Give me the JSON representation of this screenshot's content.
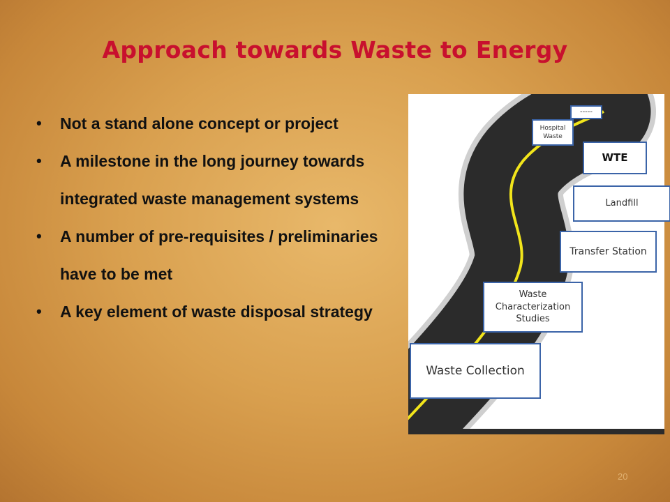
{
  "slide": {
    "title": "Approach towards Waste to Energy",
    "page_number": "20"
  },
  "bullets": [
    {
      "text": "Not a stand alone concept or project"
    },
    {
      "text": "A milestone in the long journey towards integrated waste management systems"
    },
    {
      "text": "A number of pre-requisites / preliminaries have to be met"
    },
    {
      "text": "A key element of waste disposal strategy"
    }
  ],
  "bullet_symbol": "•",
  "roadmap": {
    "steps": {
      "waste_collection": "Waste Collection",
      "waste_characterization": "Waste Characterization Studies",
      "transfer_station": "Transfer Station",
      "landfill": "Landfill",
      "wte": "WTE",
      "hospital_waste": "Hospital Waste",
      "more": "-----"
    }
  },
  "colors": {
    "title": "#c8102e",
    "box_border": "#3b64a8",
    "road": "#2b2b2b",
    "road_line": "#f2e51b"
  }
}
